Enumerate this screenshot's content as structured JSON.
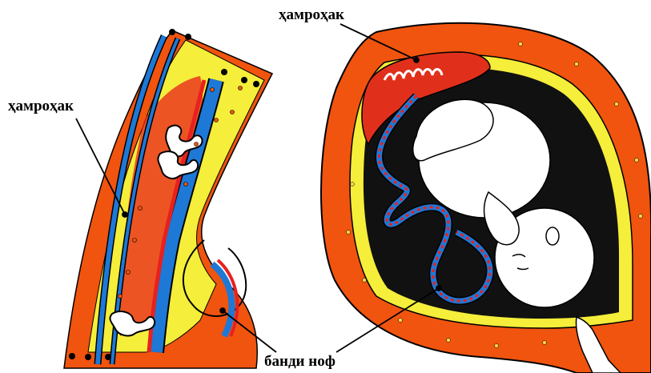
{
  "labels": {
    "placenta_left": "ҳамроҳак",
    "placenta_top": "ҳамроҳак",
    "umbilical_cord": "банди ноф"
  },
  "colors": {
    "uterus_wall": "#F0540F",
    "uterus_dots": "#F7D64A",
    "membrane_yellow": "#F5EE3A",
    "amniotic_dark": "#111111",
    "vein_blue": "#1E78D6",
    "artery_red": "#E8201E",
    "placenta_red": "#E0301C",
    "fetus_skin": "#FFFFFF",
    "outline": "#000000"
  }
}
